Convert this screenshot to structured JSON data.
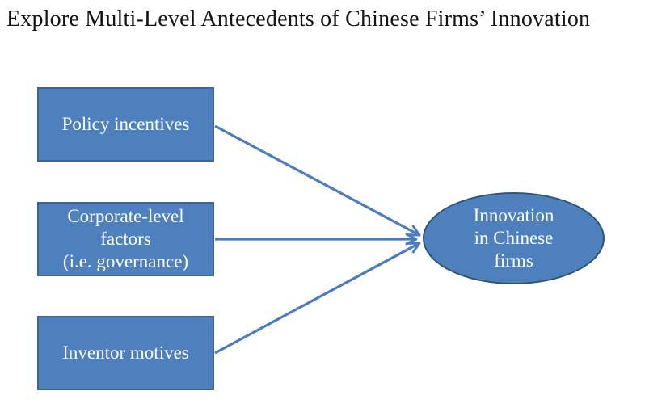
{
  "title": "Explore Multi-Level Antecedents of Chinese Firms’ Innovation",
  "nodes": {
    "policy": {
      "label": "Policy incentives",
      "shape": "rectangle"
    },
    "corporate": {
      "label": "Corporate-level\nfactors\n(i.e. governance)",
      "shape": "rectangle"
    },
    "inventor": {
      "label": "Inventor motives",
      "shape": "rectangle"
    },
    "innovation": {
      "label": "Innovation\nin Chinese\nfirms",
      "shape": "ellipse"
    }
  },
  "edges": [
    {
      "from": "policy",
      "to": "innovation"
    },
    {
      "from": "corporate",
      "to": "innovation"
    },
    {
      "from": "inventor",
      "to": "innovation"
    }
  ],
  "colors": {
    "node_fill": "#4E80BE",
    "rect_border": "#3C6498",
    "ellipse_border": "#2E5479",
    "arrow": "#4A7CBE",
    "node_text": "#FFFFFF",
    "title_text": "#141414"
  }
}
